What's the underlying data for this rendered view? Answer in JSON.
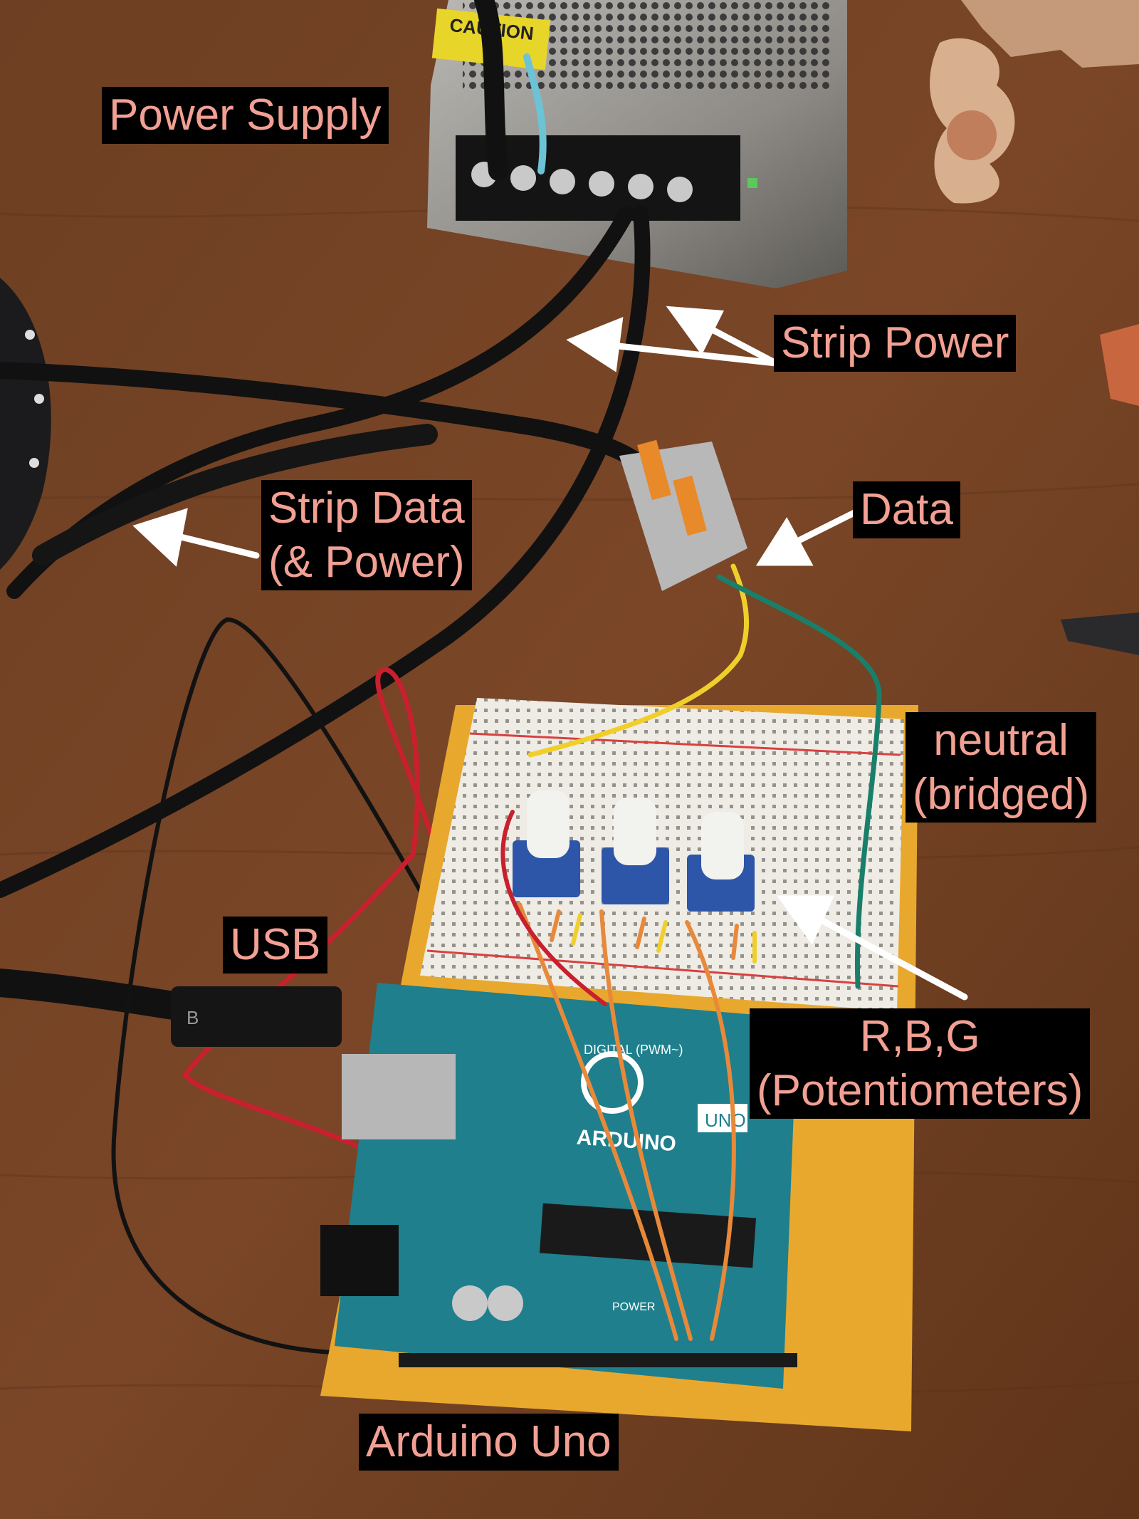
{
  "labels": {
    "power_supply": "Power Supply",
    "strip_power": "Strip Power",
    "strip_data_line1": "Strip Data",
    "strip_data_line2": "(& Power)",
    "data": "Data",
    "neutral_line1": "neutral",
    "neutral_line2": "(bridged)",
    "usb": "USB",
    "rbg_line1": "R,B,G",
    "rbg_line2": "(Potentiometers)",
    "arduino": "Arduino Uno"
  },
  "markings": {
    "caution": "CAUTION",
    "uno": "UNO",
    "arduino_logo": "ARDUINO",
    "digital": "DIGITAL (PWM~)",
    "power_header": "POWER",
    "usb_b": "B"
  },
  "colors": {
    "label_bg": "#000000",
    "label_text": "#f2a093",
    "table": "#6b3e22",
    "arduino_board": "#1f7f8c",
    "breadboard": "#efece6",
    "base_plate": "#e8a82e",
    "wire_red": "#c8202e",
    "wire_orange": "#e8893a",
    "wire_yellow": "#f0cf2a",
    "wire_green": "#1a7f6a",
    "pot_blue": "#2d55a8"
  }
}
